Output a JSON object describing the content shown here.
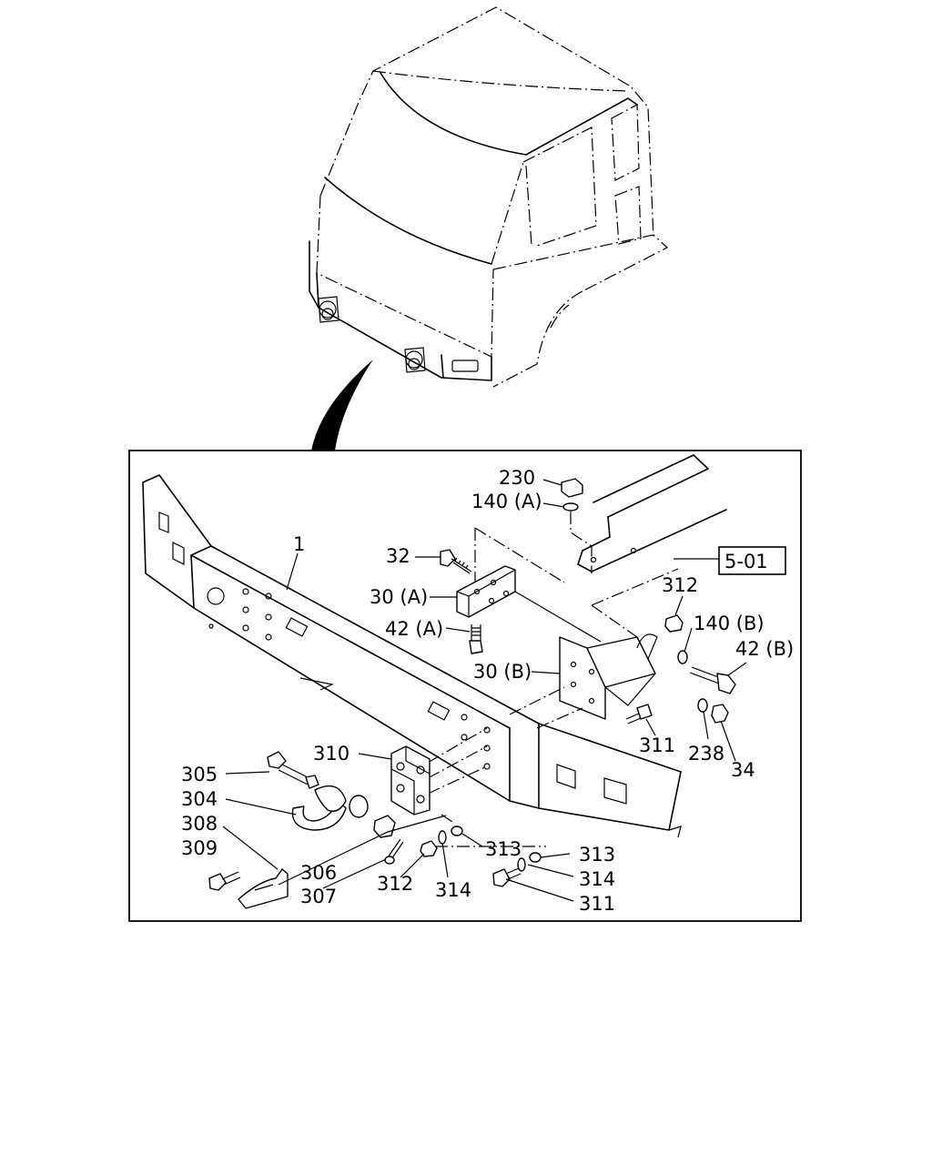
{
  "callouts": {
    "c1": "1",
    "c230": "230",
    "c140a": "140 (A)",
    "c32": "32",
    "c30a": "30 (A)",
    "c42a": "42 (A)",
    "c30b": "30 (B)",
    "c501": "5-01",
    "c312a": "312",
    "c140b": "140 (B)",
    "c42b": "42 (B)",
    "c311a": "311",
    "c238": "238",
    "c34": "34",
    "c310": "310",
    "c305": "305",
    "c304": "304",
    "c308": "308",
    "c309": "309",
    "c306": "306",
    "c307": "307",
    "c312b": "312",
    "c314a": "314",
    "c313a": "313",
    "c313b": "313",
    "c314b": "314",
    "c311b": "311"
  }
}
